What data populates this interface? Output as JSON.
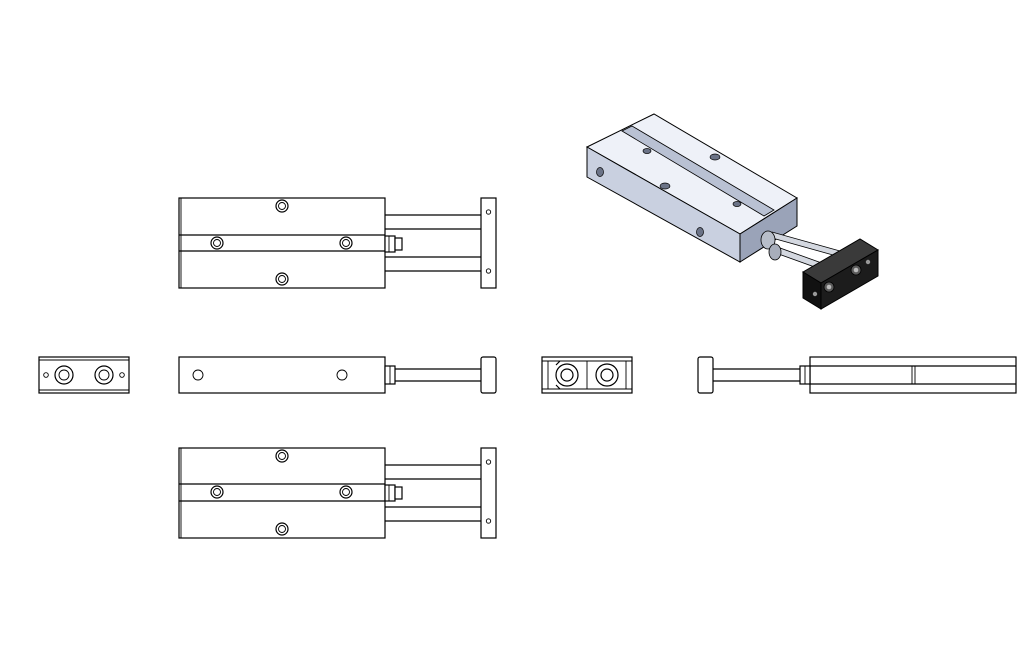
{
  "drawing": {
    "views": [
      {
        "id": "top",
        "kind": "orthographic"
      },
      {
        "id": "end-left",
        "kind": "orthographic"
      },
      {
        "id": "front",
        "kind": "orthographic"
      },
      {
        "id": "end-right",
        "kind": "orthographic"
      },
      {
        "id": "back",
        "kind": "orthographic"
      },
      {
        "id": "bottom",
        "kind": "orthographic"
      },
      {
        "id": "isometric",
        "kind": "shaded"
      }
    ],
    "colors": {
      "line": "#000000",
      "body_light": "#eef1f8",
      "body_mid": "#c9d0e0",
      "body_dark": "#9aa3b8",
      "plate": "#1c1c1c"
    }
  }
}
